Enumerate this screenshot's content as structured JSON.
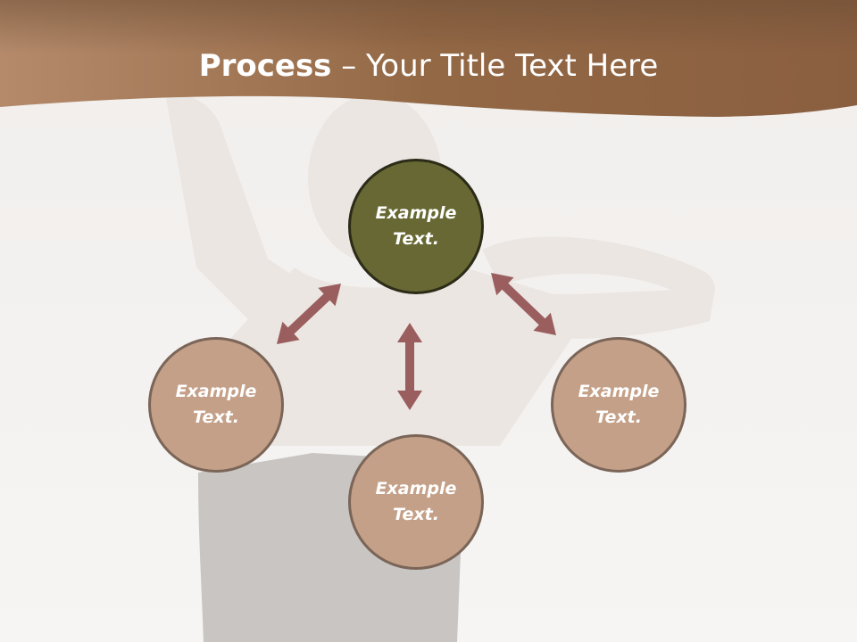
{
  "slide": {
    "title_bold": "Process",
    "title_rest": " – Your Title Text Here"
  },
  "diagram": {
    "nodes": [
      {
        "id": "top",
        "label": "Example Text.",
        "fill": "#676833"
      },
      {
        "id": "left",
        "label": "Example Text.",
        "fill": "#c4a088"
      },
      {
        "id": "right",
        "label": "Example Text.",
        "fill": "#c4a088"
      },
      {
        "id": "bottom",
        "label": "Example Text.",
        "fill": "#c4a088"
      }
    ],
    "arrow_color": "#9b5e5e",
    "header_color": "#8f6548"
  },
  "background": {
    "image": "woman-with-arms-raised-photo"
  }
}
